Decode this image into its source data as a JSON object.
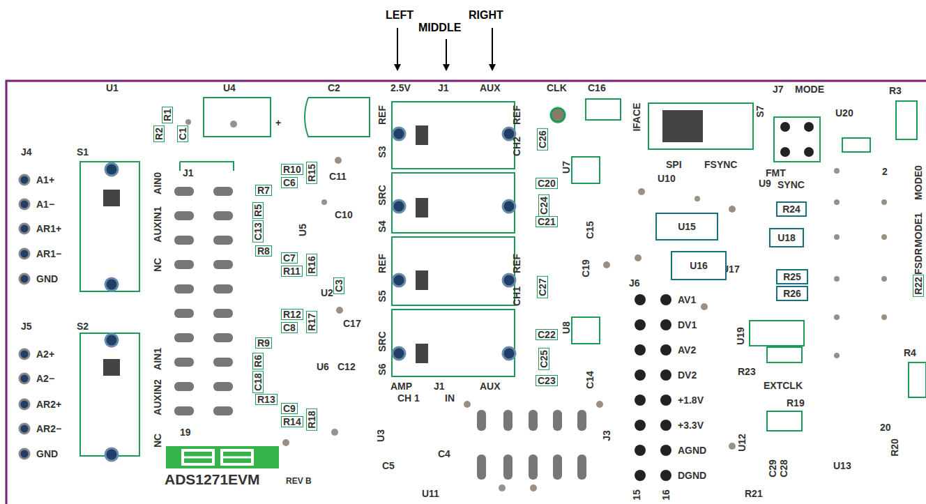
{
  "diagram": {
    "nodes": [
      {
        "text": [
          "R24"
        ]
      },
      {
        "text": [
          "U15"
        ]
      },
      {
        "text": [
          "U18"
        ]
      },
      {
        "text": [
          "U16"
        ]
      },
      {
        "text": [
          "R25"
        ]
      },
      {
        "text": [
          "R26"
        ]
      }
    ],
    "labels": [
      "LEFT",
      "MIDDLE",
      "RIGHT",
      "U1",
      "U4",
      "C2",
      "2.5V",
      "J1",
      "AUX",
      "CLK",
      "C16",
      "IFACE",
      "S7",
      "J7",
      "MODE",
      "R3",
      "U20",
      "R1",
      "R2",
      "C1",
      "+",
      "REF",
      "S3",
      "REF",
      "CH2",
      "C26",
      "SPI",
      "FSYNC",
      "FMT",
      "SYNC",
      "2",
      "MODE0",
      "MODE1",
      "FSDR",
      "R22",
      "J4",
      "S1",
      "J1",
      "A1+",
      "A1−",
      "AR1+",
      "AR1−",
      "GND",
      "AIN0",
      "AUXIN1",
      "NC",
      "AIN1",
      "AUXIN2",
      "NC",
      "19",
      "R10",
      "R15",
      "C6",
      "R7",
      "C11",
      "R5",
      "C13",
      "U5",
      "C10",
      "R8",
      "C7",
      "R11",
      "R16",
      "U2",
      "C3",
      "R12",
      "R17",
      "C8",
      "C17",
      "R9",
      "R6",
      "C18",
      "U6",
      "C12",
      "R13",
      "C9",
      "R14",
      "R18",
      "SRC",
      "S4",
      "REF",
      "S5",
      "SRC",
      "S6",
      "REF",
      "CH1",
      "C27",
      "C20",
      "C24",
      "C21",
      "U7",
      "C15",
      "C19",
      "U8",
      "C22",
      "C25",
      "C23",
      "C14",
      "AMP",
      "J1",
      "AUX",
      "CH 1",
      "IN",
      "U3",
      "C5",
      "C4",
      "U11",
      "J3",
      "U10",
      "U9",
      "J6",
      "AV1",
      "DV1",
      "AV2",
      "DV2",
      "+1.8V",
      "+3.3V",
      "AGND",
      "DGND",
      "15",
      "16",
      "U17",
      "U19",
      "R23",
      "EXTCLK",
      "R19",
      "U12",
      "C29",
      "C28",
      "R21",
      "U13",
      "20",
      "R20",
      "R4",
      "ADS1271EVM",
      "REV B",
      "J5",
      "S2",
      "A2+",
      "A2−",
      "AR2+",
      "AR2−",
      "GND"
    ]
  }
}
